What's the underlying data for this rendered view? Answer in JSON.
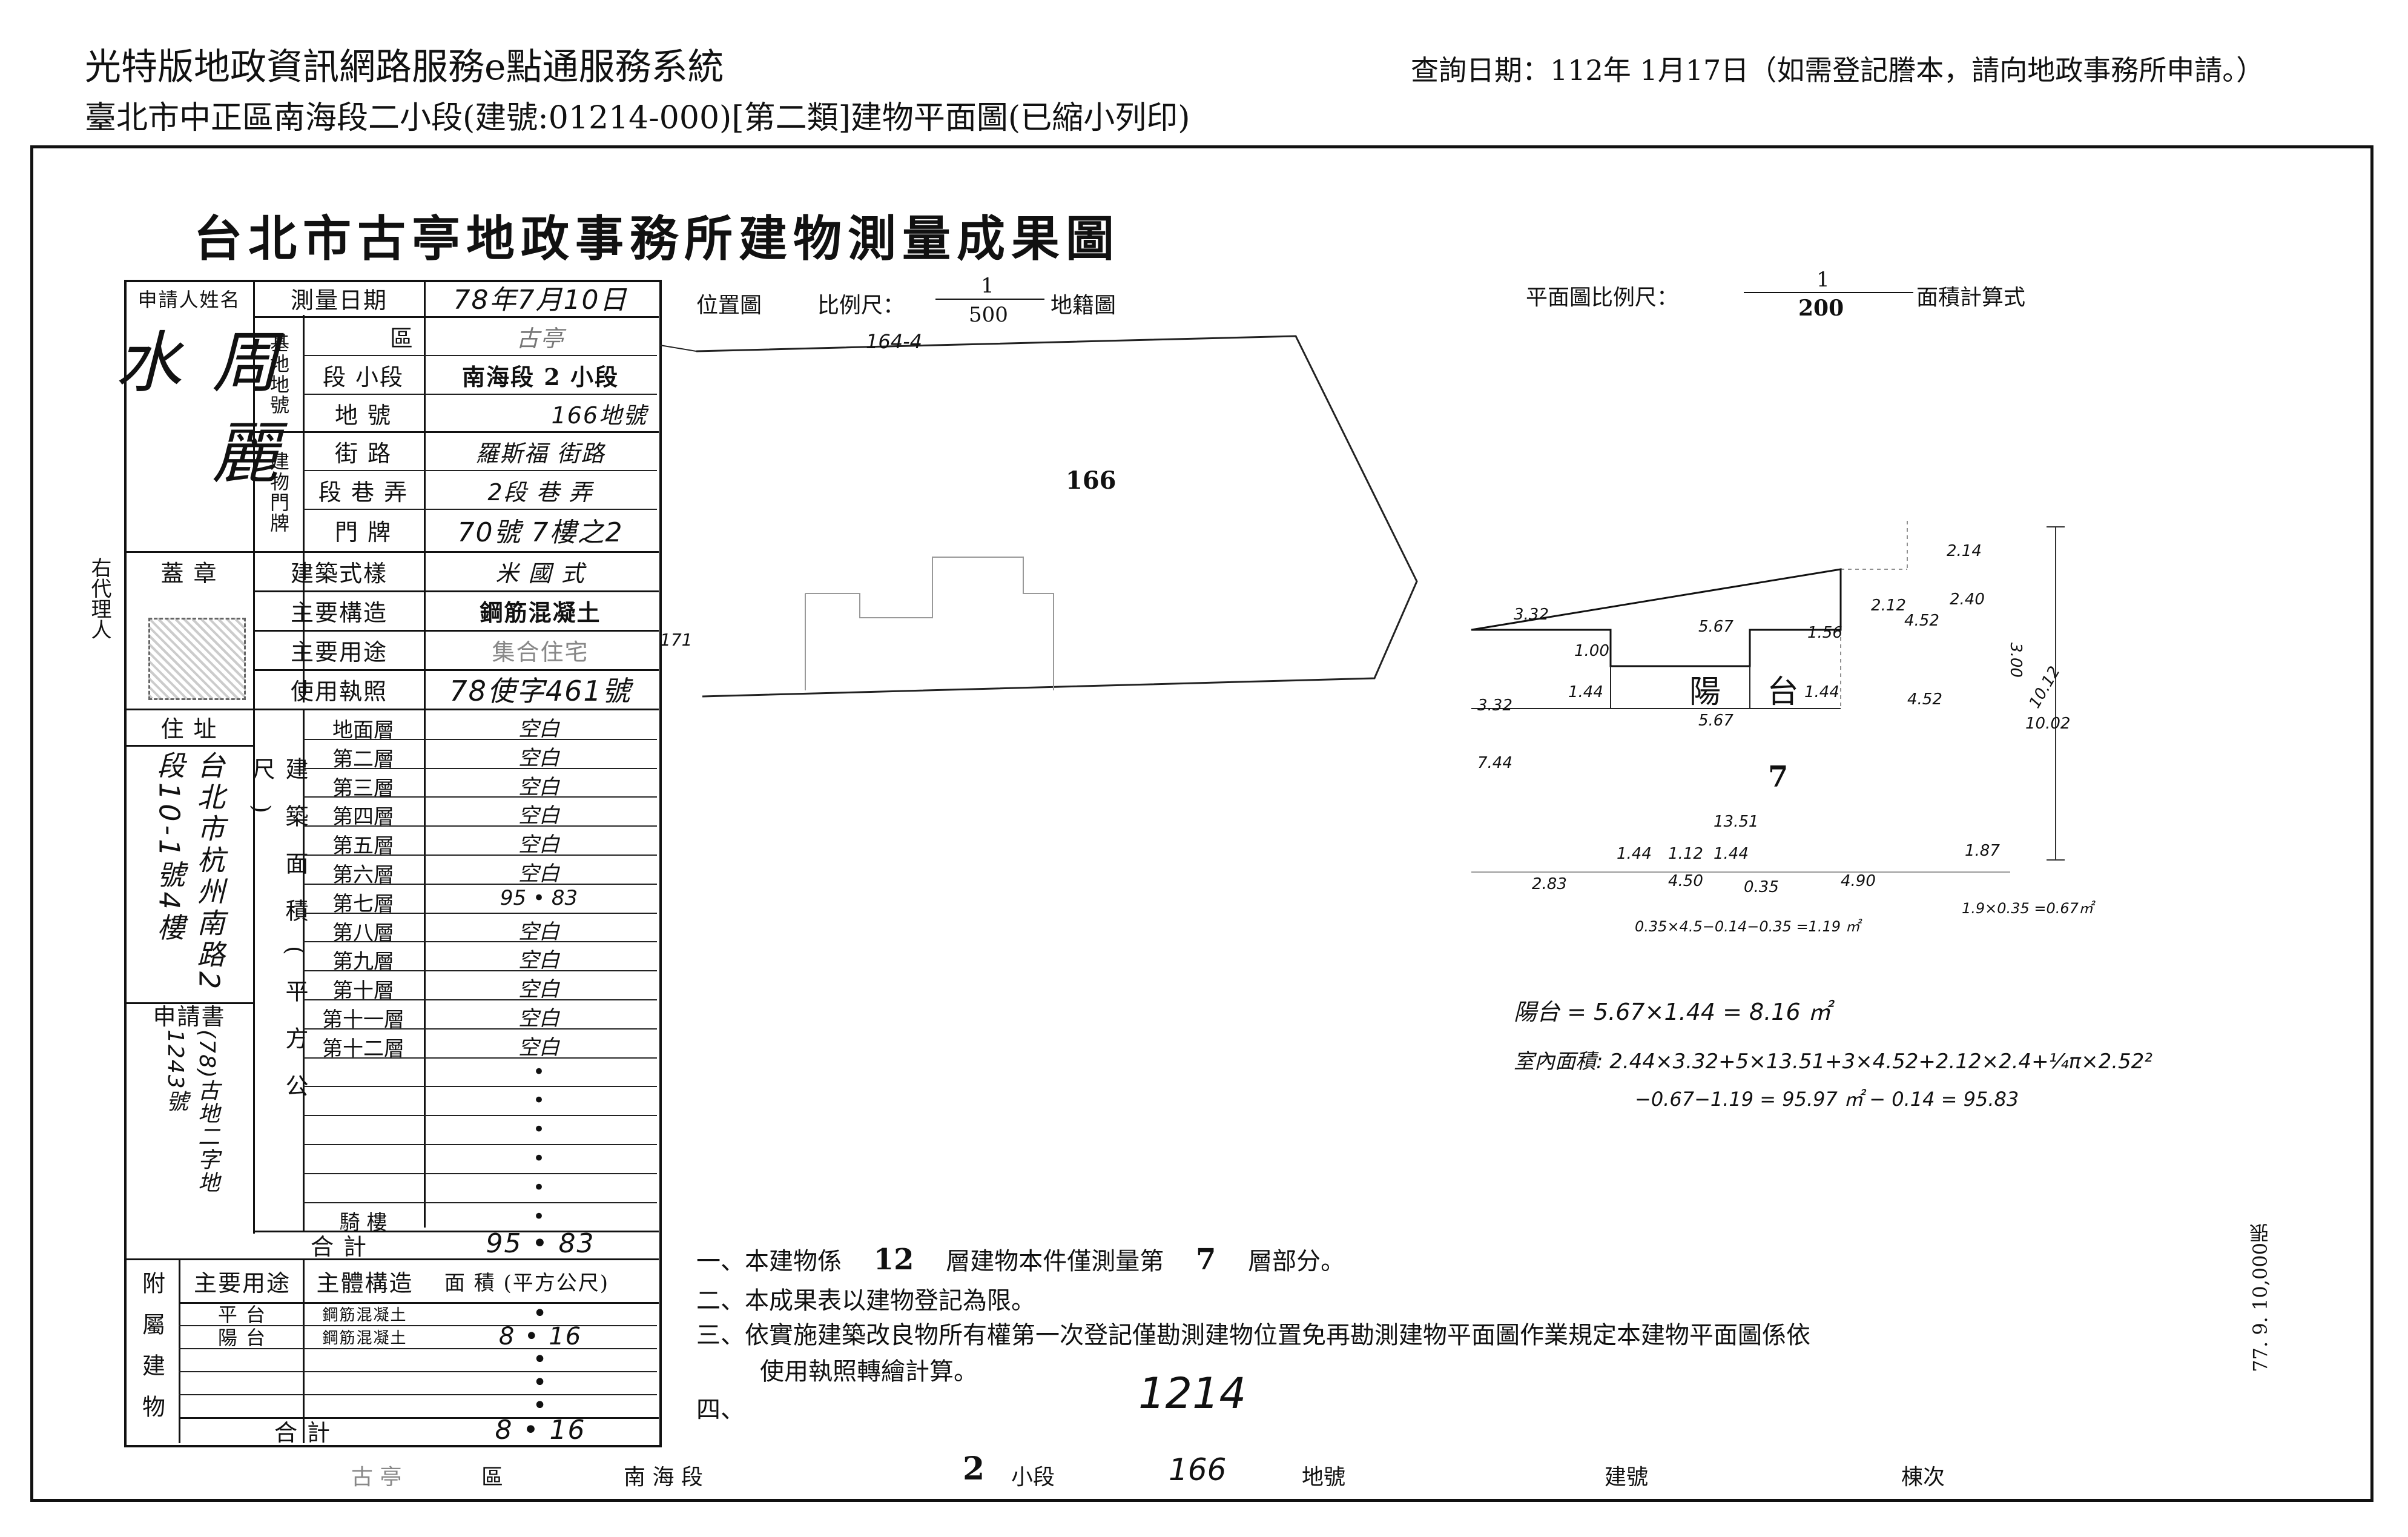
{
  "header": {
    "system_title": "光特版地政資訊網路服務e點通服務系統",
    "doc_subtitle": "臺北市中正區南海段二小段(建號:01214-000)[第二類]建物平面圖(已縮小列印)",
    "query_date": "查詢日期：112年 1月17日（如需登記謄本，請向地政事務所申請。）"
  },
  "sheet": {
    "title": "台北市古亭地政事務所建物測量成果圖",
    "side_agent": "右代理人",
    "side_stamp": "77. 9. 10,000張",
    "scan_mark": "1214"
  },
  "form": {
    "applicant_label": "申請人姓名",
    "applicant_name": "周麗水",
    "survey_date_label": "測量日期",
    "survey_date": "78年7月10日",
    "land_label": "基地地號",
    "district_label": "區",
    "district_value": "古亭",
    "section_label": "段 小段",
    "section_value": "南海段 2 小段",
    "lot_label": "地 號",
    "lot_value": "166地號",
    "door_label": "建物門牌",
    "street_label": "街 路",
    "street_value": "羅斯福 街路",
    "lane_label": "段 巷 弄",
    "lane_value": "2段 巷 弄",
    "doorno_label": "門 牌",
    "doorno_value": "70號 7樓之2",
    "seal_label": "蓋 章",
    "style_label": "建築式樣",
    "style_value": "米 國 式",
    "structure_label": "主要構造",
    "structure_value": "鋼筋混凝土",
    "use_label": "主要用途",
    "use_value": "集合住宅",
    "permit_label": "使用執照",
    "permit_value": "78使字461號",
    "address_label": "住 址",
    "address_value": "台北市杭州南路2段10-1號4樓",
    "application_label": "申請書",
    "application_value": "(78)古地二字地1243號",
    "area_group_label": "建築面積(平方公尺)",
    "floors": [
      {
        "name": "地面層",
        "value": "空白"
      },
      {
        "name": "第二層",
        "value": "空白"
      },
      {
        "name": "第三層",
        "value": "空白"
      },
      {
        "name": "第四層",
        "value": "空白"
      },
      {
        "name": "第五層",
        "value": "空白"
      },
      {
        "name": "第六層",
        "value": "空白"
      },
      {
        "name": "第七層",
        "value": "95 • 83"
      },
      {
        "name": "第八層",
        "value": "空白"
      },
      {
        "name": "第九層",
        "value": "空白"
      },
      {
        "name": "第十層",
        "value": "空白"
      },
      {
        "name": "第十一層",
        "value": "空白"
      },
      {
        "name": "第十二層",
        "value": "空白"
      },
      {
        "name": "",
        "value": "•"
      },
      {
        "name": "",
        "value": "•"
      },
      {
        "name": "",
        "value": "•"
      },
      {
        "name": "",
        "value": "•"
      },
      {
        "name": "",
        "value": "•"
      },
      {
        "name": "騎 樓",
        "value": "•"
      }
    ],
    "total_label": "合 計",
    "total_value": "95 • 83",
    "attached_label": "附屬建物",
    "attached_use_header": "主要用途",
    "attached_struct_header": "主體構造",
    "attached_area_header": "面 積 (平方公尺)",
    "attached_rows": [
      {
        "use": "平 台",
        "struct": "鋼筋混凝土",
        "area": "•"
      },
      {
        "use": "陽 台",
        "struct": "鋼筋混凝土",
        "area": "8 • 16"
      },
      {
        "use": "",
        "struct": "",
        "area": "•"
      },
      {
        "use": "",
        "struct": "",
        "area": "•"
      },
      {
        "use": "",
        "struct": "",
        "area": "•"
      }
    ],
    "attached_total_label": "合 計",
    "attached_total_value": "8 • 16"
  },
  "location_map": {
    "label": "位置圖",
    "scale_label": "比例尺：",
    "scale_num": "1",
    "scale_den": "500",
    "cadastral": "地籍圖",
    "lot_top": "164-4",
    "lot_main": "166",
    "lot_left": "171"
  },
  "floor_plan": {
    "label": "平面圖比例尺：",
    "scale_num": "1",
    "scale_den": "200",
    "calc_label": "面積計算式",
    "balcony_word": "陽 台",
    "floor_no": "7",
    "dims": [
      "3.32",
      "5.67",
      "1.56",
      "1.00",
      "1.44",
      "1.44",
      "3.32",
      "5.67",
      "4.52",
      "7.44",
      "13.51",
      "1.44",
      "1.12",
      "1.44",
      "2.83",
      "4.50",
      "0.35",
      "4.90",
      "1.87",
      "10.12",
      "10.02",
      "3.00",
      "2.40",
      "2.12",
      "4.52",
      "2.14"
    ],
    "calc_1": "0.35×4.5−0.14−0.35 =1.19 ㎡",
    "calc_2": "1.9×0.35 =0.67㎡",
    "balcony_calc": "陽台 = 5.67×1.44 = 8.16 ㎡",
    "indoor_calc_1": "室內面積: 2.44×3.32+5×13.51+3×4.52+2.12×2.4+¼π×2.52²",
    "indoor_calc_2": "−0.67−1.19 = 95.97 ㎡ − 0.14 = 95.83"
  },
  "notes": {
    "n1_pre": "一、本建物係",
    "n1_floors": "12",
    "n1_mid": "層建物本件僅測量第",
    "n1_floor": "7",
    "n1_post": "層部分。",
    "n2": "二、本成果表以建物登記為限。",
    "n3a": "三、依實施建築改良物所有權第一次登記僅勘測建物位置免再勘測建物平面圖作業規定本建物平面圖係依",
    "n3b": "使用執照轉繪計算。",
    "n4": "四、"
  },
  "footer": {
    "district": "古 亭",
    "district_suffix": "區",
    "section": "南 海 段",
    "subsection_no": "2",
    "subsection_suffix": "小段",
    "lot": "166",
    "lot_suffix": "地號",
    "bldg_no_label": "建號",
    "bldg_seq_label": "棟次"
  }
}
